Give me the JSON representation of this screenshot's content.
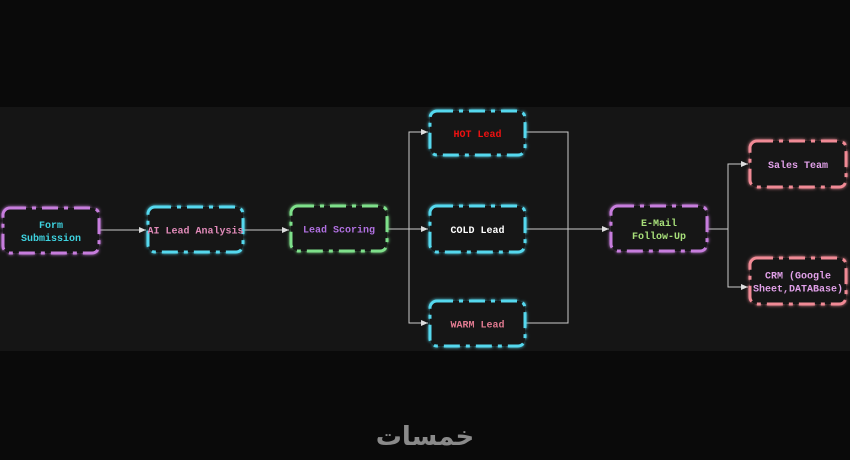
{
  "nodes": {
    "form": {
      "lines": [
        "Form",
        "Submission"
      ],
      "border": "#c77ddd",
      "text": "#3ed3e0"
    },
    "ai": {
      "lines": [
        "AI Lead Analysis"
      ],
      "border": "#55d8ee",
      "text": "#e08ab8"
    },
    "scoring": {
      "lines": [
        "Lead Scoring"
      ],
      "border": "#7ee08a",
      "text": "#b070e0"
    },
    "hot": {
      "lines": [
        "HOT Lead"
      ],
      "border": "#55d8ee",
      "text": "#ee1111"
    },
    "cold": {
      "lines": [
        "COLD Lead"
      ],
      "border": "#55d8ee",
      "text": "#ffffff"
    },
    "warm": {
      "lines": [
        "WARM Lead"
      ],
      "border": "#55d8ee",
      "text": "#e07a90"
    },
    "email": {
      "lines": [
        "E-Mail",
        "Follow-Up"
      ],
      "border": "#c77ddd",
      "text": "#a8e07a"
    },
    "sales": {
      "lines": [
        "Sales Team"
      ],
      "border": "#f08a95",
      "text": "#e0a0e8"
    },
    "crm": {
      "lines": [
        "CRM (Google",
        "Sheet,DATABase)"
      ],
      "border": "#f08a95",
      "text": "#e0a0e8"
    }
  },
  "watermark": "خمسات"
}
